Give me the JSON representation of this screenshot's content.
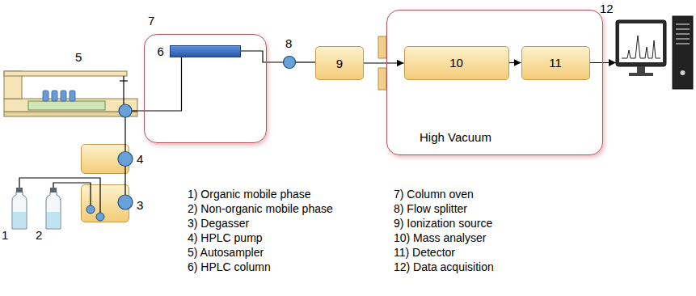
{
  "diagram": {
    "nodes": [
      {
        "text": [
          "7"
        ]
      },
      {
        "text": [
          "6"
        ],
        "in": 0
      },
      {
        "text": [
          "8"
        ]
      },
      {
        "text": [
          "9"
        ]
      },
      {
        "text": [
          "High Vacuum"
        ]
      },
      {
        "text": [
          "10"
        ],
        "in": 4
      },
      {
        "text": [
          "11"
        ],
        "in": 4
      },
      {
        "text": [
          "12"
        ]
      },
      {
        "text": [
          "5"
        ]
      },
      {
        "text": [
          "4"
        ]
      },
      {
        "text": [
          "3"
        ]
      },
      {
        "text": [
          "1"
        ]
      },
      {
        "text": [
          "2"
        ]
      }
    ],
    "edges": [
      {
        "from": 11,
        "to": 10,
        "arrow": "none"
      },
      {
        "from": 12,
        "to": 10,
        "arrow": "none"
      },
      {
        "from": 10,
        "to": 9,
        "arrow": "none"
      },
      {
        "from": 9,
        "to": 8,
        "arrow": "none"
      },
      {
        "from": 8,
        "to": 1,
        "arrow": "none"
      },
      {
        "from": 1,
        "to": 2,
        "arrow": "none"
      },
      {
        "from": 2,
        "to": 3,
        "arrow": "none"
      },
      {
        "from": 3,
        "to": 5,
        "arrow": "to"
      },
      {
        "from": 5,
        "to": 6,
        "arrow": "to"
      },
      {
        "from": 6,
        "to": 7,
        "arrow": "to"
      }
    ],
    "labels": [
      "1) Organic mobile phase",
      "2) Non-organic mobile phase",
      "3) Degasser",
      "4) HPLC pump",
      "5) Autosampler",
      "6) HPLC column",
      "7) Column oven",
      "8) Flow splitter",
      "9) Ionization source",
      "10) Mass analyser",
      "11) Detector",
      "12) Data acquisition"
    ]
  }
}
